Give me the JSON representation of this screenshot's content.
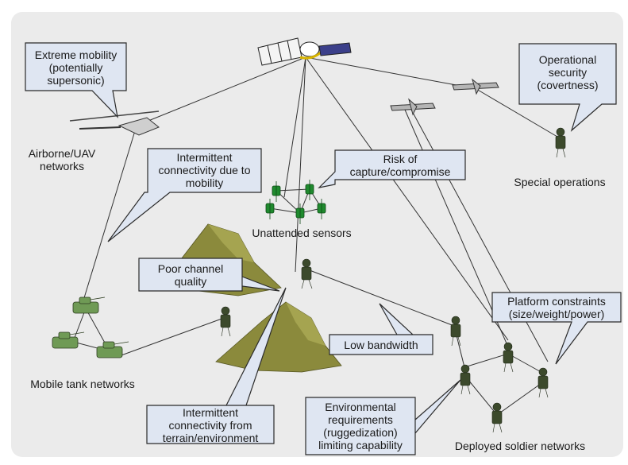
{
  "callouts": {
    "extreme_mobility": [
      "Extreme mobility",
      "(potentially",
      "supersonic)"
    ],
    "operational_security": [
      "Operational",
      "security",
      "(covertness)"
    ],
    "intermittent_mobility": [
      "Intermittent",
      "connectivity due to",
      "mobility"
    ],
    "risk_capture": [
      "Risk of",
      "capture/compromise"
    ],
    "poor_channel": [
      "Poor channel",
      "quality"
    ],
    "platform_constraints": [
      "Platform constraints",
      "(size/weight/power)"
    ],
    "low_bandwidth": [
      "Low bandwidth"
    ],
    "intermittent_terrain": [
      "Intermittent",
      "connectivity from",
      "terrain/environment"
    ],
    "environmental": [
      "Environmental",
      "requirements",
      "(ruggedization)",
      "limiting capability"
    ]
  },
  "labels": {
    "airborne": [
      "Airborne/UAV",
      "networks"
    ],
    "special_ops": "Special operations",
    "unattended": "Unattended sensors",
    "mobile_tank": "Mobile tank networks",
    "deployed_soldier": "Deployed soldier networks"
  },
  "colors": {
    "background": "#ebebeb",
    "callout_fill": "#dfe6f2",
    "callout_stroke": "#2b2b2b",
    "mountain": "#8b8a3c",
    "sensor": "#1f8a2e",
    "tank": "#6f9a55",
    "soldier": "#3c4a2c"
  }
}
